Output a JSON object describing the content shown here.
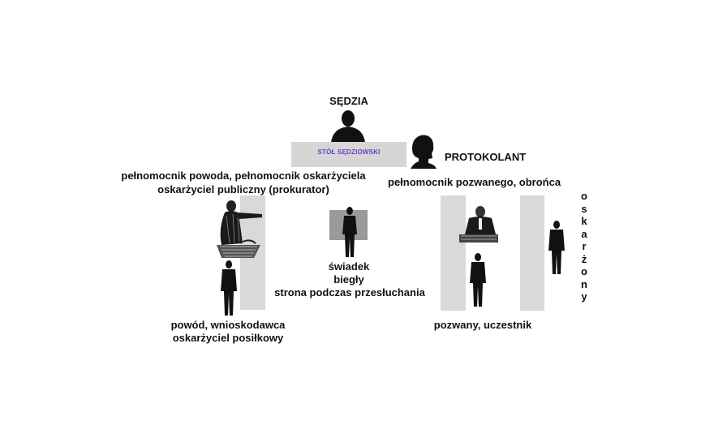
{
  "judge": {
    "label": "SĘDZIA"
  },
  "bench": {
    "label": "STÓŁ SĘDZIOWSKI"
  },
  "clerk": {
    "label": "PROTOKOLANT"
  },
  "left_counsel": {
    "line1": "pełnomocnik powoda, pełnomocnik oskarżyciela",
    "line2": "oskarżyciel publiczny (prokurator)"
  },
  "right_counsel": {
    "label": "pełnomocnik pozwanego, obrońca"
  },
  "witness": {
    "line1": "świadek",
    "line2": "biegły",
    "line3": "strona podczas przesłuchania"
  },
  "plaintiff": {
    "line1": "powód, wnioskodawca",
    "line2": "oskarżyciel posiłkowy"
  },
  "defendant": {
    "label": "pozwany, uczestnik"
  },
  "accused": {
    "letters": [
      "o",
      "s",
      "k",
      "a",
      "r",
      "ż",
      "o",
      "n",
      "y"
    ]
  }
}
